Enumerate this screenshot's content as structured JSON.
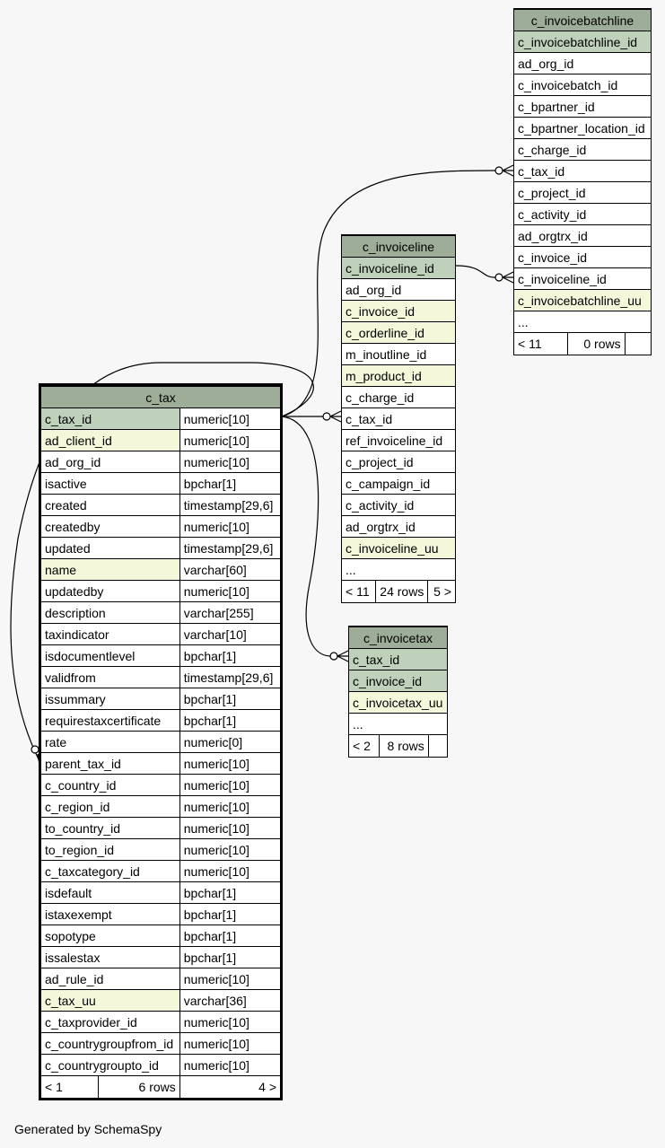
{
  "tables": {
    "c_tax": {
      "name": "c_tax",
      "columns": [
        {
          "name": "c_tax_id",
          "type": "numeric[10]"
        },
        {
          "name": "ad_client_id",
          "type": "numeric[10]"
        },
        {
          "name": "ad_org_id",
          "type": "numeric[10]"
        },
        {
          "name": "isactive",
          "type": "bpchar[1]"
        },
        {
          "name": "created",
          "type": "timestamp[29,6]"
        },
        {
          "name": "createdby",
          "type": "numeric[10]"
        },
        {
          "name": "updated",
          "type": "timestamp[29,6]"
        },
        {
          "name": "name",
          "type": "varchar[60]"
        },
        {
          "name": "updatedby",
          "type": "numeric[10]"
        },
        {
          "name": "description",
          "type": "varchar[255]"
        },
        {
          "name": "taxindicator",
          "type": "varchar[10]"
        },
        {
          "name": "isdocumentlevel",
          "type": "bpchar[1]"
        },
        {
          "name": "validfrom",
          "type": "timestamp[29,6]"
        },
        {
          "name": "issummary",
          "type": "bpchar[1]"
        },
        {
          "name": "requirestaxcertificate",
          "type": "bpchar[1]"
        },
        {
          "name": "rate",
          "type": "numeric[0]"
        },
        {
          "name": "parent_tax_id",
          "type": "numeric[10]"
        },
        {
          "name": "c_country_id",
          "type": "numeric[10]"
        },
        {
          "name": "c_region_id",
          "type": "numeric[10]"
        },
        {
          "name": "to_country_id",
          "type": "numeric[10]"
        },
        {
          "name": "to_region_id",
          "type": "numeric[10]"
        },
        {
          "name": "c_taxcategory_id",
          "type": "numeric[10]"
        },
        {
          "name": "isdefault",
          "type": "bpchar[1]"
        },
        {
          "name": "istaxexempt",
          "type": "bpchar[1]"
        },
        {
          "name": "sopotype",
          "type": "bpchar[1]"
        },
        {
          "name": "issalestax",
          "type": "bpchar[1]"
        },
        {
          "name": "ad_rule_id",
          "type": "numeric[10]"
        },
        {
          "name": "c_tax_uu",
          "type": "varchar[36]"
        },
        {
          "name": "c_taxprovider_id",
          "type": "numeric[10]"
        },
        {
          "name": "c_countrygroupfrom_id",
          "type": "numeric[10]"
        },
        {
          "name": "c_countrygroupto_id",
          "type": "numeric[10]"
        }
      ],
      "footer": {
        "parents": "< 1",
        "rows": "6 rows",
        "children": "4 >"
      }
    },
    "c_invoicebatchline": {
      "name": "c_invoicebatchline",
      "columns": [
        "c_invoicebatchline_id",
        "ad_org_id",
        "c_invoicebatch_id",
        "c_bpartner_id",
        "c_bpartner_location_id",
        "c_charge_id",
        "c_tax_id",
        "c_project_id",
        "c_activity_id",
        "ad_orgtrx_id",
        "c_invoice_id",
        "c_invoiceline_id",
        "c_invoicebatchline_uu",
        "..."
      ],
      "footer": {
        "parents": "< 11",
        "rows": "0 rows",
        "children": ""
      }
    },
    "c_invoiceline": {
      "name": "c_invoiceline",
      "columns": [
        "c_invoiceline_id",
        "ad_org_id",
        "c_invoice_id",
        "c_orderline_id",
        "m_inoutline_id",
        "m_product_id",
        "c_charge_id",
        "c_tax_id",
        "ref_invoiceline_id",
        "c_project_id",
        "c_campaign_id",
        "c_activity_id",
        "ad_orgtrx_id",
        "c_invoiceline_uu",
        "..."
      ],
      "footer": {
        "parents": "< 11",
        "rows": "24 rows",
        "children": "5 >"
      }
    },
    "c_invoicetax": {
      "name": "c_invoicetax",
      "columns": [
        "c_tax_id",
        "c_invoice_id",
        "c_invoicetax_uu",
        "..."
      ],
      "footer": {
        "parents": "< 2",
        "rows": "8 rows",
        "children": ""
      }
    }
  },
  "colors": {
    "header": "#9ead97",
    "primary_key": "#bfd1ba",
    "indexed": "#f4f7da",
    "background": "#f7f7f7"
  },
  "footer_text": "Generated by SchemaSpy"
}
